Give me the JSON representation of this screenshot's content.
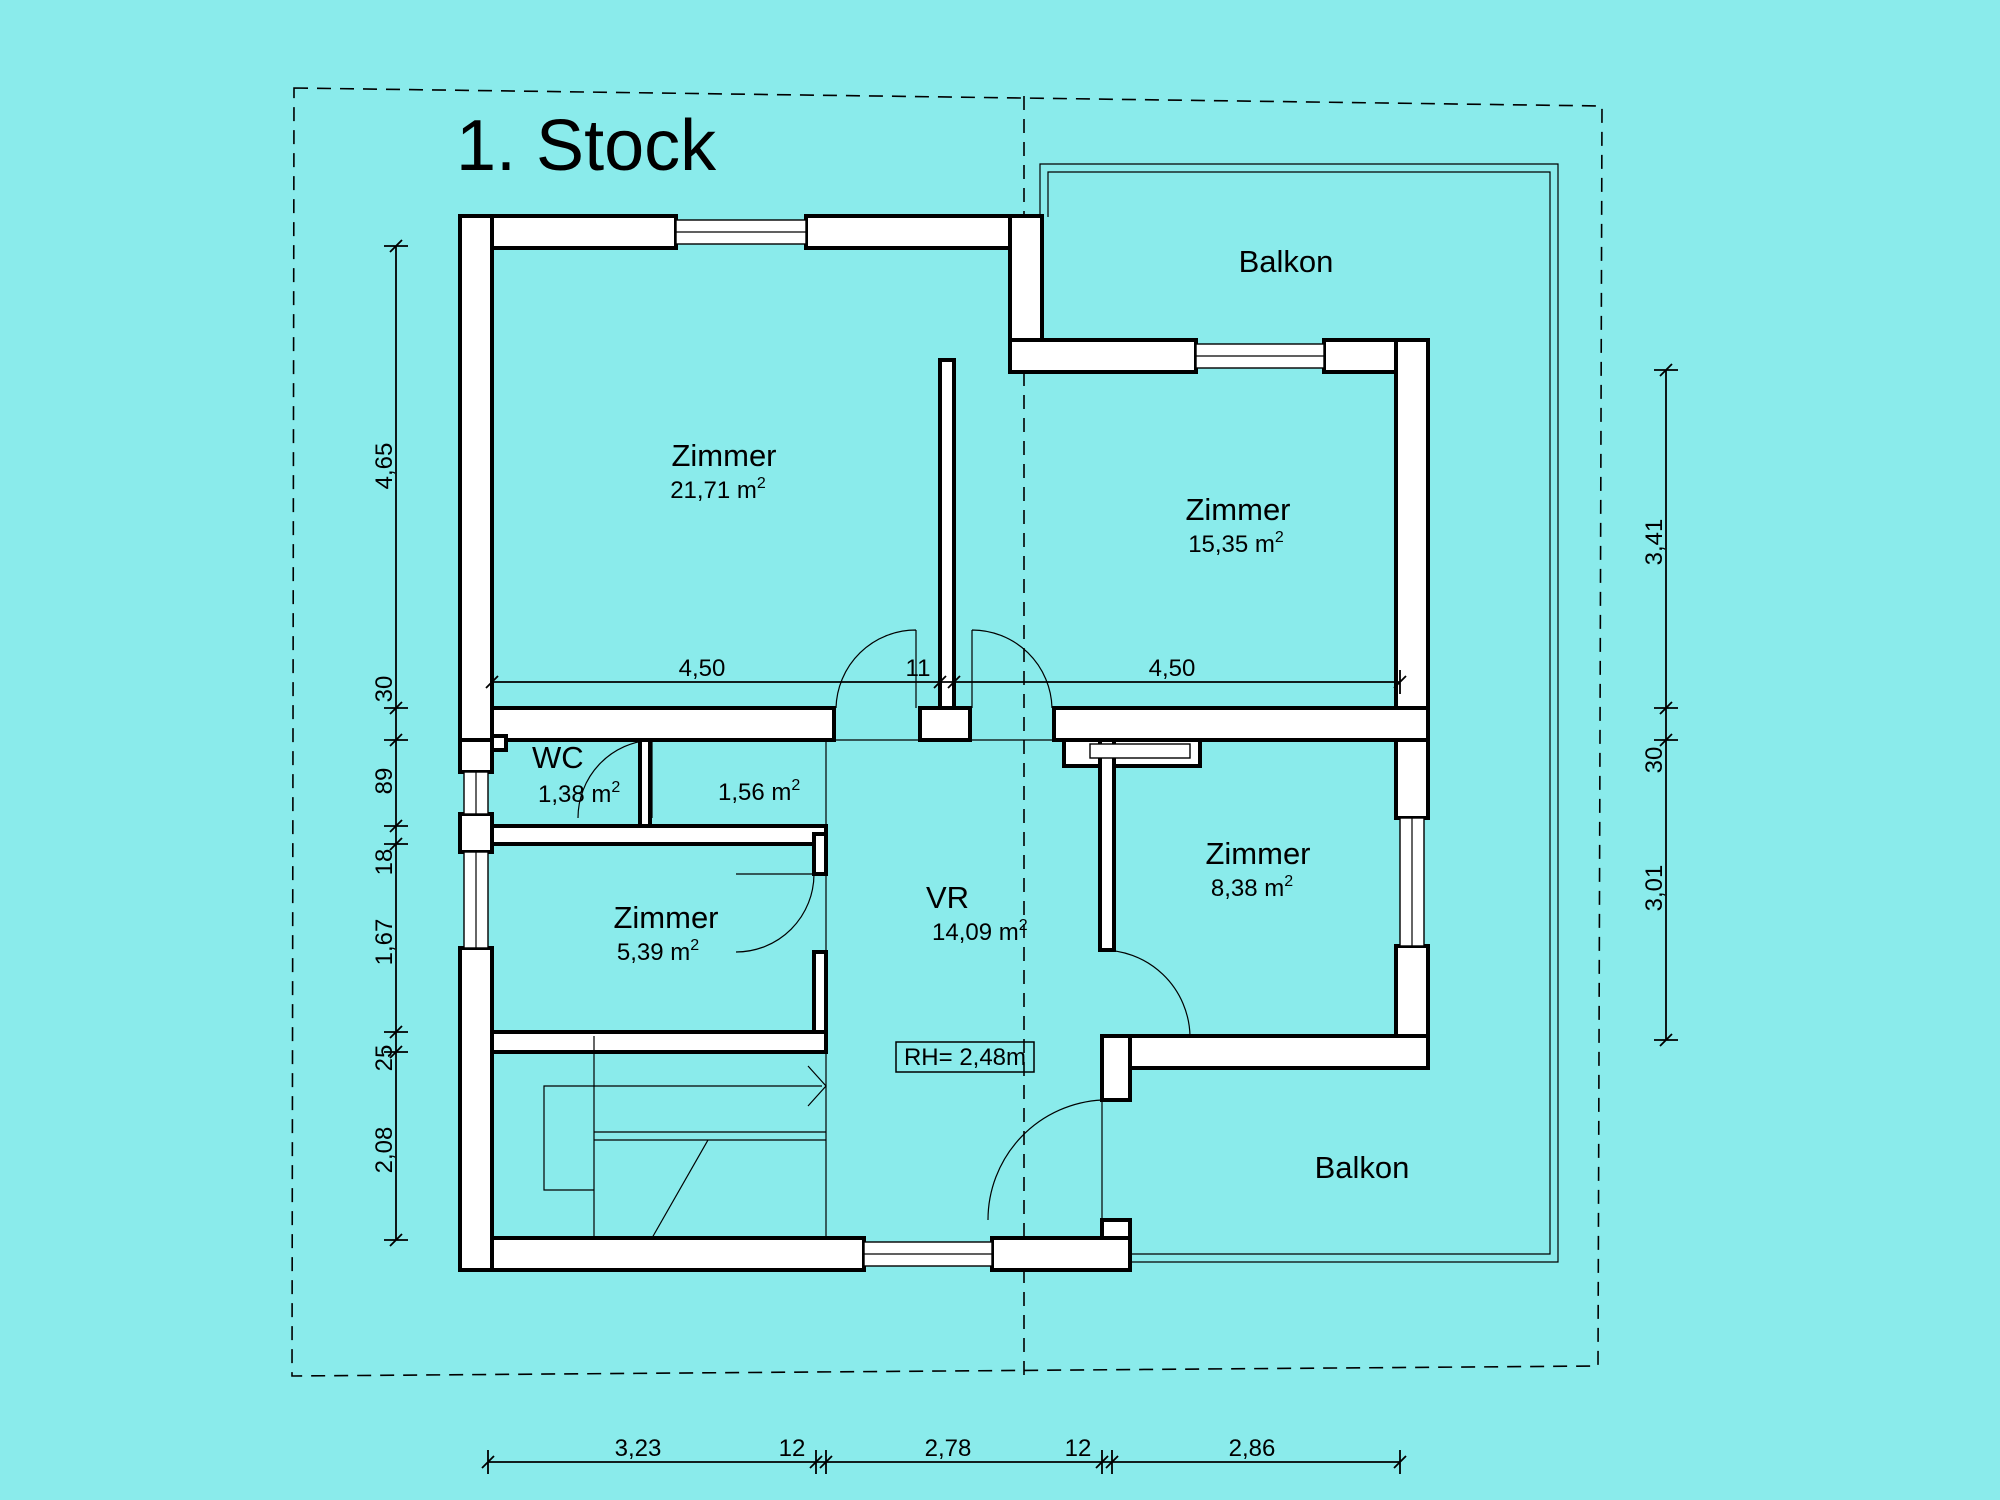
{
  "floor_title": "1. Stock",
  "rooms": [
    {
      "name": "Zimmer",
      "area": "21,71 m"
    },
    {
      "name": "Zimmer",
      "area": "15,35 m"
    },
    {
      "name": "WC",
      "area": "1,38 m"
    },
    {
      "name": "",
      "area": "1,56 m"
    },
    {
      "name": "Zimmer",
      "area": "5,39 m"
    },
    {
      "name": "VR",
      "area": "14,09 m"
    },
    {
      "name": "Zimmer",
      "area": "8,38 m"
    }
  ],
  "area_unit_exponent": "2",
  "balconies": [
    "Balkon",
    "Balkon"
  ],
  "room_height": "RH= 2,48m",
  "dimensions": {
    "left_vertical": [
      "4,65",
      "30",
      "89",
      "18",
      "1,67",
      "25",
      "2,08"
    ],
    "right_vertical": [
      "3,41",
      "30",
      "3,01"
    ],
    "bottom_horizontal": [
      "3,23",
      "12",
      "2,78",
      "12",
      "2,86"
    ],
    "interior_horizontal": [
      "4,50",
      "11",
      "4,50"
    ]
  }
}
